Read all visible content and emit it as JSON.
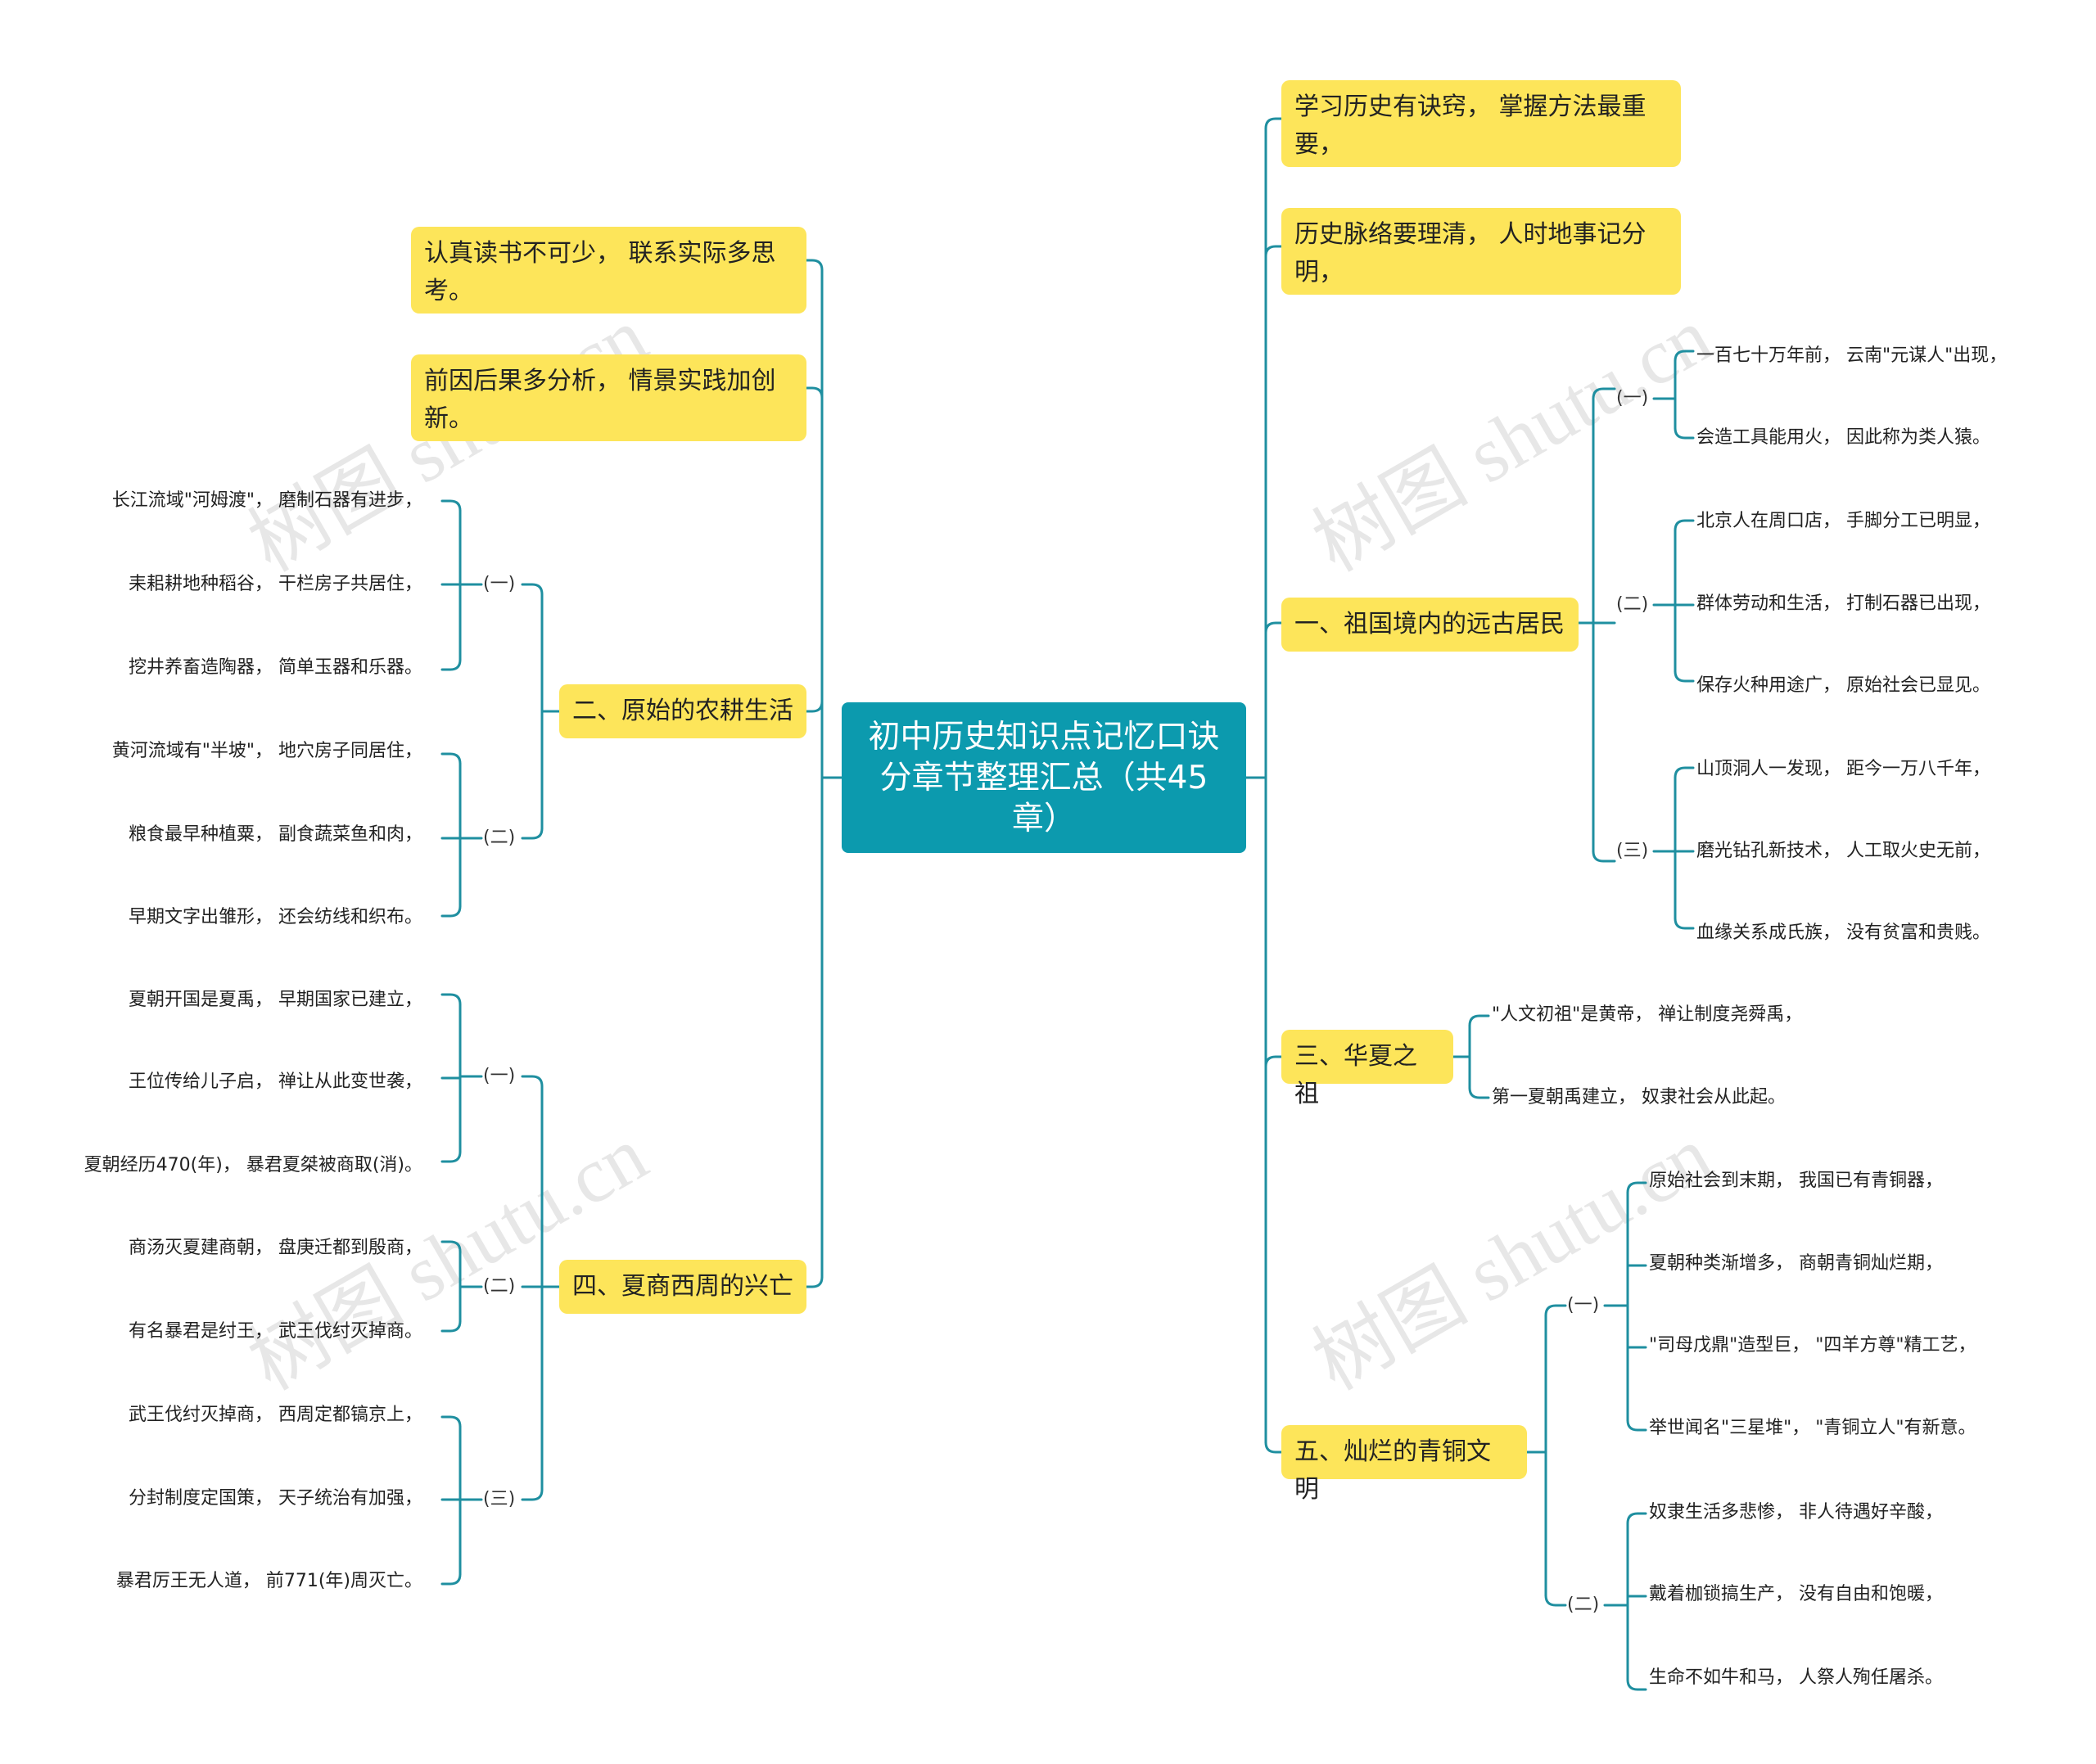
{
  "theme": {
    "root_color": "#0c9aae",
    "main_color": "#fde55a",
    "line_color": "#1f8fa0",
    "watermark_color": "#cfcfcf"
  },
  "watermark": "树图 shutu.cn",
  "root": {
    "title": "初中历史知识点记忆口诀分章节整理汇总（共45章）"
  },
  "intro": [
    {
      "text": "学习历史有诀窍， 掌握方法最重要，"
    },
    {
      "text": "历史脉络要理清， 人时地事记分明，"
    },
    {
      "text": "认真读书不可少， 联系实际多思考。"
    },
    {
      "text": "前因后果多分析， 情景实践加创新。"
    }
  ],
  "chapters": {
    "ch1": {
      "title": "一、祖国境内的远古居民",
      "parts": [
        {
          "label": "(一)",
          "lines": [
            "一百七十万年前， 云南\"元谋人\"出现，",
            "会造工具能用火， 因此称为类人猿。"
          ]
        },
        {
          "label": "(二)",
          "lines": [
            "北京人在周口店， 手脚分工已明显，",
            "群体劳动和生活， 打制石器已出现，",
            "保存火种用途广， 原始社会已显见。"
          ]
        },
        {
          "label": "(三)",
          "lines": [
            "山顶洞人一发现， 距今一万八千年，",
            "磨光钻孔新技术， 人工取火史无前，",
            "血缘关系成氏族， 没有贫富和贵贱。"
          ]
        }
      ]
    },
    "ch2": {
      "title": "二、原始的农耕生活",
      "parts": [
        {
          "label": "(一)",
          "lines": [
            "长江流域\"河姆渡\"， 磨制石器有进步，",
            "耒耜耕地种稻谷， 干栏房子共居住，",
            "挖井养畜造陶器， 简单玉器和乐器。"
          ]
        },
        {
          "label": "(二)",
          "lines": [
            "黄河流域有\"半坡\"， 地穴房子同居住，",
            "粮食最早种植粟， 副食蔬菜鱼和肉，",
            "早期文字出雏形， 还会纺线和织布。"
          ]
        }
      ]
    },
    "ch3": {
      "title": "三、华夏之祖",
      "lines": [
        "\"人文初祖\"是黄帝， 禅让制度尧舜禹，",
        "第一夏朝禹建立， 奴隶社会从此起。"
      ]
    },
    "ch4": {
      "title": "四、夏商西周的兴亡",
      "parts": [
        {
          "label": "(一)",
          "lines": [
            "夏朝开国是夏禹， 早期国家已建立，",
            "王位传给儿子启， 禅让从此变世袭，",
            "夏朝经历470(年)， 暴君夏桀被商取(消)。"
          ]
        },
        {
          "label": "(二)",
          "lines": [
            "商汤灭夏建商朝， 盘庚迁都到殷商，",
            "有名暴君是纣王， 武王伐纣灭掉商。"
          ]
        },
        {
          "label": "(三)",
          "lines": [
            "武王伐纣灭掉商， 西周定都镐京上，",
            "分封制度定国策， 天子统治有加强，",
            "暴君厉王无人道， 前771(年)周灭亡。"
          ]
        }
      ]
    },
    "ch5": {
      "title": "五、灿烂的青铜文明",
      "parts": [
        {
          "label": "(一)",
          "lines": [
            "原始社会到末期， 我国已有青铜器，",
            "夏朝种类渐增多， 商朝青铜灿烂期，",
            "\"司母戊鼎\"造型巨， \"四羊方尊\"精工艺，",
            "举世闻名\"三星堆\"， \"青铜立人\"有新意。"
          ]
        },
        {
          "label": "(二)",
          "lines": [
            "奴隶生活多悲惨， 非人待遇好辛酸，",
            "戴着枷锁搞生产， 没有自由和饱暖，",
            "生命不如牛和马， 人祭人殉任屠杀。"
          ]
        }
      ]
    }
  }
}
